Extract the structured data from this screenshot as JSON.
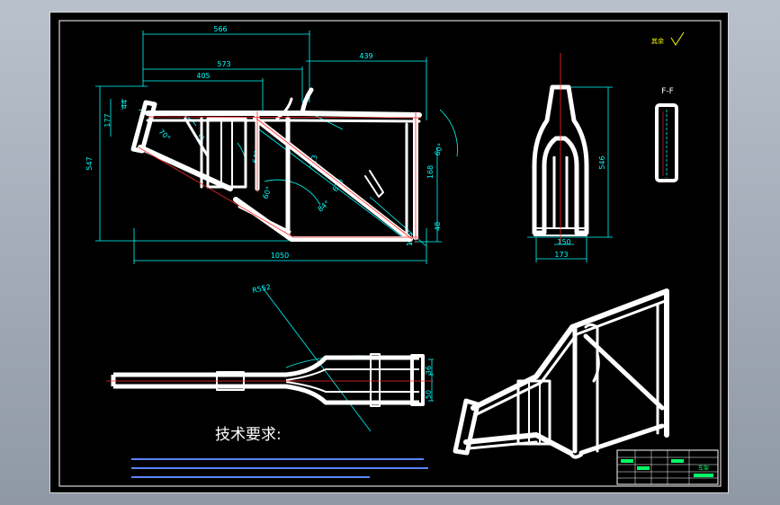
{
  "drawing": {
    "dimensions": {
      "top_overall": "566",
      "top_573": "573",
      "top_405": "405",
      "top_right_439": "439",
      "left_height": "547",
      "left_177": "177",
      "left_44": "44",
      "bottom_length": "1050",
      "angle_70": "70°",
      "angle_32": "32°",
      "angle_64": "64°",
      "angle_60a": "60°",
      "angle_60b": "60°",
      "angle_84": "84°",
      "tube_615": "615",
      "tube_323": "323",
      "right_168": "168",
      "right_48": "48",
      "small_125": "125",
      "fork_height": "546",
      "fork_150": "150",
      "fork_width": "173",
      "bottom_r552": "R552",
      "bottom_36": "36",
      "bottom_50": "50"
    },
    "section_label": "F-F",
    "roughness_label": "其余",
    "tech_title": "技术要求:",
    "title_block": {
      "drawing_name": "车架"
    }
  },
  "colors": {
    "background": "#000000",
    "frame": "#ffffff",
    "dimension": "#00ffff",
    "centerline": "#ff2a2a",
    "accent": "#ffff00",
    "text": "#ffffff"
  }
}
